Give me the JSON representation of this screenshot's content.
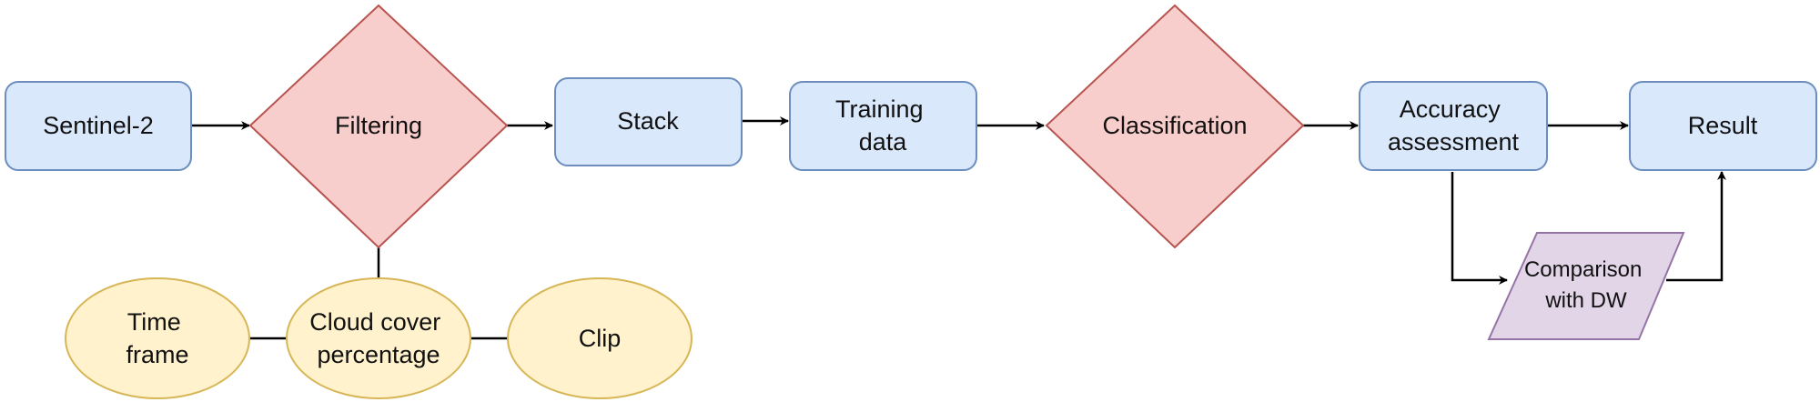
{
  "nodes": {
    "sentinel": {
      "lines": [
        "Sentinel-2"
      ]
    },
    "filtering": {
      "lines": [
        "Filtering"
      ]
    },
    "stack": {
      "lines": [
        "Stack"
      ]
    },
    "training": {
      "lines": [
        "Training",
        "data"
      ]
    },
    "classification": {
      "lines": [
        "Classification"
      ]
    },
    "accuracy": {
      "lines": [
        "Accuracy",
        "assessment"
      ]
    },
    "result": {
      "lines": [
        "Result"
      ]
    },
    "comparison": {
      "lines": [
        "Comparison",
        "with DW"
      ]
    },
    "timeframe": {
      "lines": [
        "Time",
        "frame"
      ]
    },
    "cloudcover": {
      "lines": [
        "Cloud cover",
        "percentage"
      ]
    },
    "clip": {
      "lines": [
        "Clip"
      ]
    }
  },
  "colors": {
    "process_fill": "#dae8fc",
    "process_stroke": "#6c8ebf",
    "decision_fill": "#f8cecc",
    "decision_stroke": "#b85450",
    "param_fill": "#fff2cc",
    "param_stroke": "#d6b656",
    "io_fill": "#e1d5e7",
    "io_stroke": "#9673a6",
    "edge": "#000000"
  }
}
